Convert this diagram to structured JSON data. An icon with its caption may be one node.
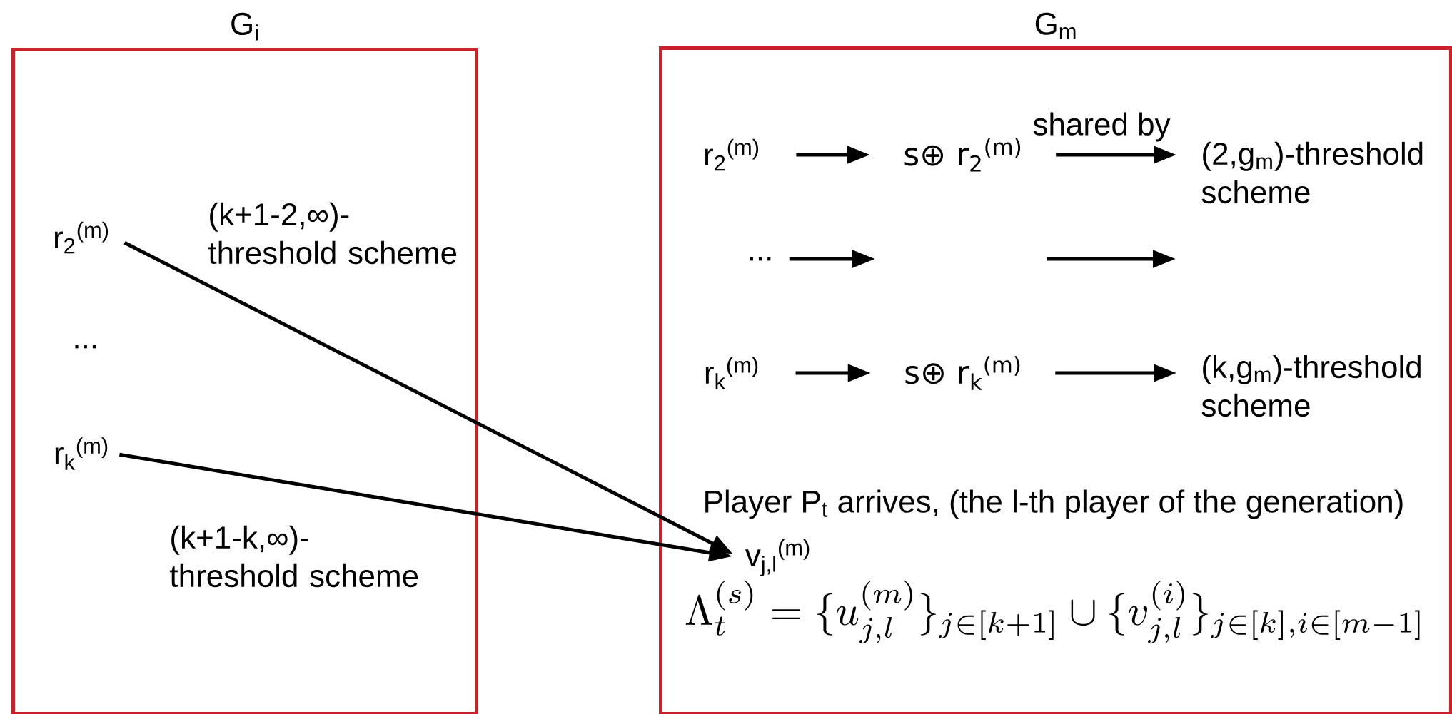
{
  "diagram": {
    "nodes": [
      {
        "text": [
          "G$_{i}$"
        ]
      },
      {
        "text": [
          "G$_{m}$"
        ]
      },
      {
        "text": [
          "r$_{2}$$^{(m)}$"
        ],
        "in": 0
      },
      {
        "text": [
          "r$_{k}$$^{(m)}$"
        ],
        "in": 0
      },
      {
        "text": [
          "r$_{2}$$^{(m)}$"
        ],
        "in": 1
      },
      {
        "text": [
          "s⊕ r$_{2}$$^{(m)}$"
        ],
        "in": 1
      },
      {
        "text": [
          "(2,g$_{m}$)-threshold scheme"
        ],
        "in": 1
      },
      {
        "text": [
          "..."
        ],
        "in": 1
      },
      {
        "text": [
          "r$_{k}$$^{(m)}$"
        ],
        "in": 1
      },
      {
        "text": [
          "s⊕ r$_{k}$$^{(m)}$"
        ],
        "in": 1
      },
      {
        "text": [
          "(k,g$_{m}$)-threshold scheme"
        ],
        "in": 1
      },
      {
        "text": [
          "v$_{j,l}$$^{(m)}$"
        ],
        "in": 1
      }
    ],
    "edges": [
      {
        "from": 4,
        "to": 5,
        "arrow": "to"
      },
      {
        "from": 5,
        "to": 6,
        "arrow": "to",
        "label": "shared by"
      },
      {
        "from": 7,
        "to": null,
        "arrow": "to"
      },
      {
        "from": 8,
        "to": 9,
        "arrow": "to"
      },
      {
        "from": 9,
        "to": 10,
        "arrow": "to"
      },
      {
        "from": 2,
        "to": 11,
        "arrow": "to",
        "label": "(k+1-2,∞)- threshold scheme"
      },
      {
        "from": 3,
        "to": 11,
        "arrow": "to",
        "label": "(k+1-k,∞)- threshold scheme"
      }
    ],
    "labels": [
      "...",
      "Player P$_{t}$ arrives, (the l-th player of the generation)",
      "\\Lambda_t^{(s)} = \\{u_{j,l}^{(m)}\\}_{j\\in[k+1]} \\cup \\{v_{j,l}^{(i)}\\}_{j\\in[k],i\\in[m-1]}"
    ]
  }
}
